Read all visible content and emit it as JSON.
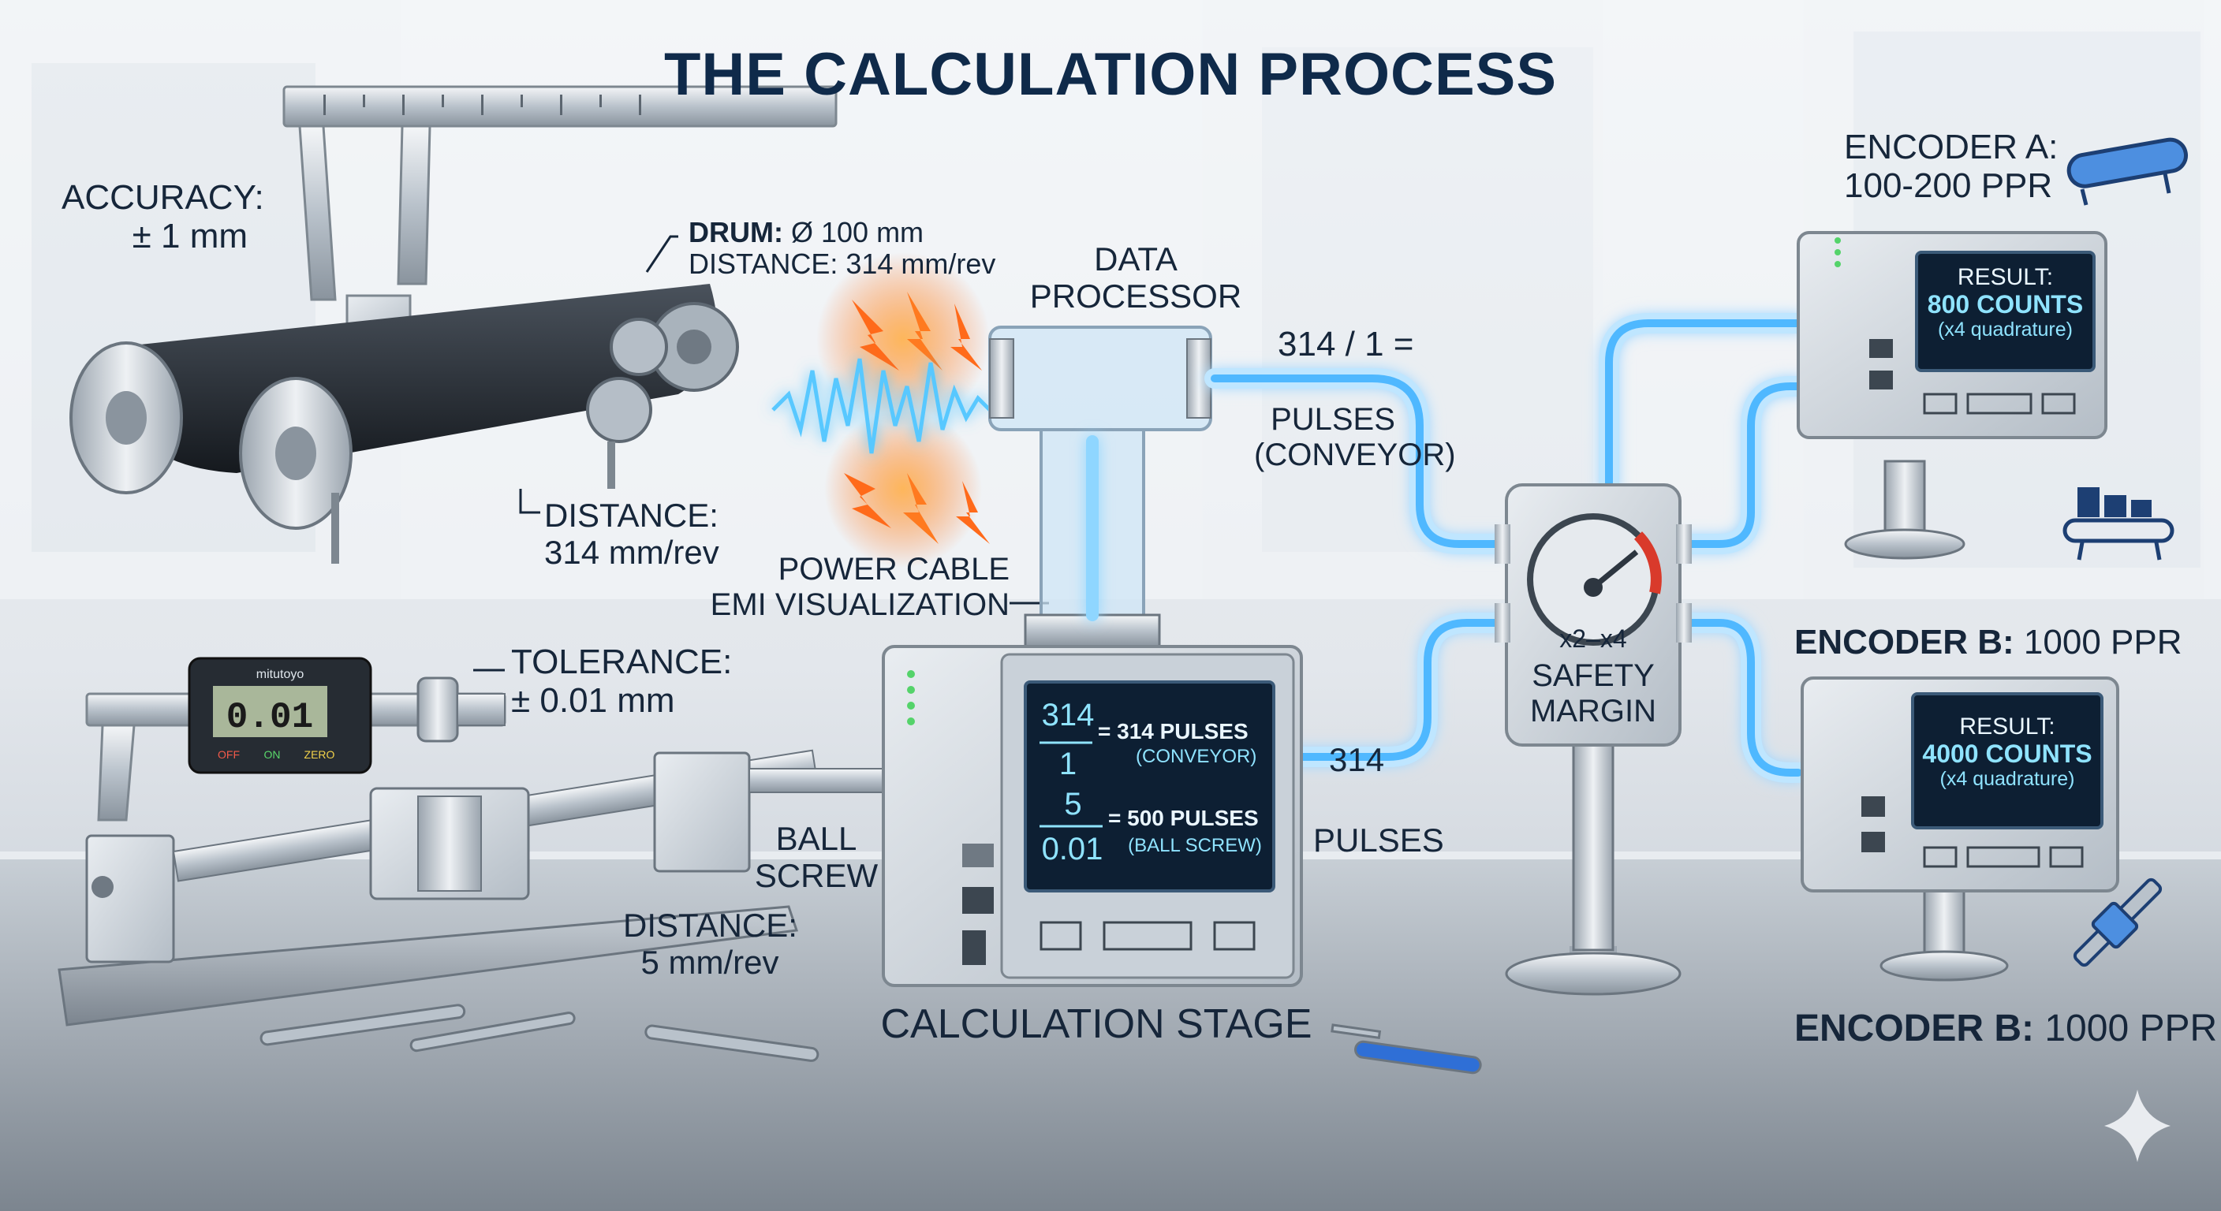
{
  "title": "THE CALCULATION PROCESS",
  "conveyor": {
    "accuracy_label": "ACCURACY:",
    "accuracy_value": "± 1 mm",
    "drum_key": "DRUM:",
    "drum_value": "Ø 100 mm",
    "drum_distance": "DISTANCE: 314 mm/rev",
    "distance_label": "DISTANCE:",
    "distance_value": "314 mm/rev"
  },
  "emi": {
    "processor_line1": "DATA",
    "processor_line2": "PROCESSOR",
    "cable_line1": "POWER CABLE",
    "cable_line2": "EMI VISUALIZATION"
  },
  "ballscrew": {
    "tolerance_label": "TOLERANCE:",
    "tolerance_value": "± 0.01 mm",
    "caliper_display": "0.01",
    "caliper_brand": "mitutoyo",
    "caliper_buttons": [
      "OFF",
      "ON",
      "ZERO"
    ],
    "name_line1": "BALL",
    "name_line2": "SCREW",
    "distance_label": "DISTANCE:",
    "distance_value": "5 mm/rev"
  },
  "calc_stage": {
    "label": "CALCULATION STAGE",
    "row1": {
      "numerator": "314",
      "denominator": "1",
      "result": "= 314 PULSES",
      "sub": "(CONVEYOR)"
    },
    "row2": {
      "numerator": "5",
      "denominator": "0.01",
      "result": "= 500 PULSES",
      "sub": "(BALL SCREW)"
    }
  },
  "flow": {
    "conveyor_formula": "314 / 1 =",
    "conveyor_pulses": "PULSES",
    "conveyor_sub": "(CONVEYOR)",
    "lower_value": "314",
    "lower_pulses": "PULSES"
  },
  "safety": {
    "gauge_label": "x2–x4",
    "line1": "SAFETY",
    "line2": "MARGIN"
  },
  "encoder_a": {
    "label_line1": "ENCODER A:",
    "label_line2": "100-200 PPR",
    "result_label": "RESULT:",
    "result_value": "800 COUNTS",
    "result_sub": "(x4 quadrature)"
  },
  "encoder_b": {
    "label_key": "ENCODER B:",
    "label_value": "1000 PPR",
    "result_label": "RESULT:",
    "result_value": "4000 COUNTS",
    "result_sub": "(x4 quadrature)",
    "bottom_key": "ENCODER B:",
    "bottom_value": "1000 PPR"
  },
  "colors": {
    "flow_glow": "#4fb8ff",
    "screen_bg": "#0d1f33",
    "screen_text": "#8fe3ff",
    "emi_spark": "#ff6a1a",
    "title": "#0f2a4a",
    "gauge_red": "#d93a2b"
  },
  "icons": [
    "conveyor-icon",
    "boxes-on-conveyor-icon",
    "ball-screw-icon",
    "sparkle-icon"
  ]
}
